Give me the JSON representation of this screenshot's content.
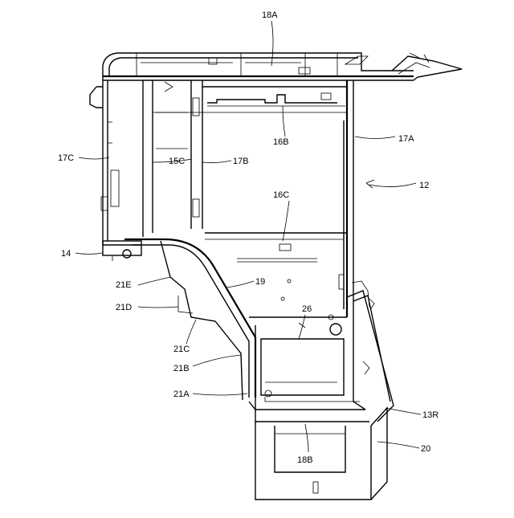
{
  "figure": {
    "labels": {
      "l18A": "18A",
      "l17A": "17A",
      "l17C": "17C",
      "l15C": "15C",
      "l17B": "17B",
      "l16B": "16B",
      "l12": "12",
      "l16C": "16C",
      "l14": "14",
      "l21E": "21E",
      "l19": "19",
      "l21D": "21D",
      "l26": "26",
      "l21C": "21C",
      "l21B": "21B",
      "l21A": "21A",
      "l13R": "13R",
      "l20": "20",
      "l18B": "18B"
    }
  }
}
